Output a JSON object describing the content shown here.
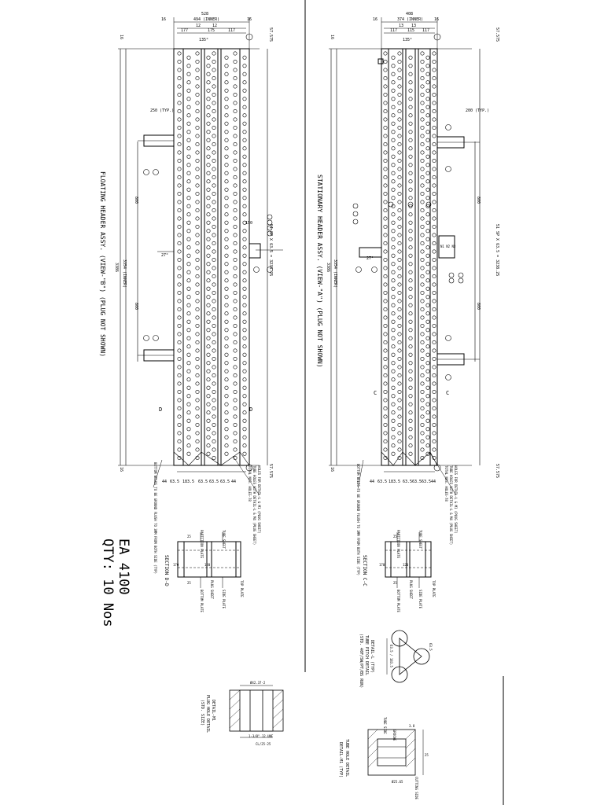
{
  "assembly_a": {
    "title": "FLOATING HEADER ASSY. (VIEW-\"B\") (PLUG NOT SHOWN)",
    "dims_top": {
      "overall": "528",
      "inner": "494 (INNER)",
      "left_edge": "16",
      "right_edge": "16",
      "cols": [
        "177",
        "175",
        "117"
      ],
      "small": [
        "12",
        "12"
      ],
      "mid_label": "135°"
    },
    "dims_left": {
      "overall": "3386",
      "inner": "3354 (INNER)",
      "pitch_a": "800",
      "pitch_b": "800",
      "edge_top": "16",
      "edge_bottom": "16",
      "mid": "27°"
    },
    "dims_right": {
      "top": "57.575",
      "bottom": "57.575",
      "center": "51 SP X 63.5 = 3238.25",
      "lug": "250 (TYP.)",
      "lug2": "150"
    },
    "bottom_pitch": [
      "44",
      "63.5",
      "183.5",
      "63.5",
      "63.5",
      "63.5",
      "44"
    ],
    "section_mark": "D",
    "notes": [
      "TOTAL NOS. HOLES-78",
      "TUBE HOLES WITH DETAIL-L & M4 (PLUG SHEET)",
      "HOLES FOR DETAIL-L & M1 (PLUG SHEET)"
    ],
    "bottom_note": "BOTTOM WELDS TO BE GROUND FLUSH TO 3MM FROM BOTH SIDE (TYP)"
  },
  "assembly_b": {
    "title": "STATIONARY HEADER ASSY. (VIEW-\"A\") (PLUG NOT SHOWN)",
    "dims_top": {
      "overall": "408",
      "inner": "374 (INNER)",
      "left_edge": "16",
      "right_edge": "16",
      "cols": [
        "117",
        "115",
        "117"
      ],
      "small": [
        "13",
        "13"
      ],
      "mid_label": "135°"
    },
    "dims_left": {
      "overall": "3386",
      "inner": "3354 (INNER)",
      "pitch_a": "800",
      "pitch_b": "800",
      "edge_top": "16",
      "edge_bottom": "16",
      "mid": "27°"
    },
    "dims_right": {
      "top": "57.575",
      "bottom": "57.575",
      "center": "51 SP X 63.5 = 3238.25",
      "lug": "200 (TYP.)",
      "nozzle": "N1 N2 N3"
    },
    "bottom_pitch": [
      "44",
      "63.5",
      "183.5",
      "63.5",
      "63.5",
      "63.5",
      "44"
    ],
    "section_mark": "C",
    "notes": [
      "TOTAL NOS. HOLES-78",
      "TUBE HOLES WITH DETAIL-L & M4 (PLUG SHEET)",
      "HOLES FOR DETAIL-L & M1 (PLUG SHEET)"
    ],
    "bottom_note": "BOTTOM WELDS TO BE GROUND FLUSH TO 3MM FROM BOTH SIDE (TYP)"
  },
  "section_d": {
    "title": "SECTION D-D",
    "labels": [
      "PARTITION PLATE",
      "TUBE SHEET",
      "TOP PLATE",
      "BOTTOM PLATE",
      "PLUG SHEET",
      "SIDE PLATE"
    ],
    "dims": [
      "170",
      "25",
      "120",
      "25"
    ]
  },
  "section_c": {
    "title": "SECTION C-C",
    "labels": [
      "PARTITION PLATE",
      "TUBE SHEET",
      "TOP PLATE",
      "BOTTOM PLATE",
      "PLUG SHEET",
      "SIDE PLATE"
    ],
    "dims": [
      "170",
      "25",
      "120",
      "25"
    ]
  },
  "ea_label": "EA 4100",
  "qty_label": "QTY: 10 Nos",
  "detail_l": {
    "title": "DETAIL-L (TYP)",
    "subtitle": "TUBE PITCH DETAIL",
    "subtitle2": "(STD. 40F/SW/PT/BS RUN)",
    "dims": [
      "63.5 / 183.5",
      "63.5"
    ]
  },
  "detail_m1": {
    "title": "DETAIL-M1",
    "subtitle": "PLUG HOLE DETAIL",
    "subtitle2": "(STD. SIZE)",
    "dims": [
      "Ø42.37-2",
      "1-3/8\" 12 UNF",
      "CL/25-25"
    ]
  },
  "detail_m": {
    "title": "TUBE HOLE DETAIL",
    "subtitle": "DETAIL-M1 (TYP)",
    "dims": [
      "Ø25.65",
      "25",
      "3.8"
    ],
    "labels": [
      "TUBE SIDE",
      "CUTTING SIDE",
      "GROOVE"
    ]
  }
}
